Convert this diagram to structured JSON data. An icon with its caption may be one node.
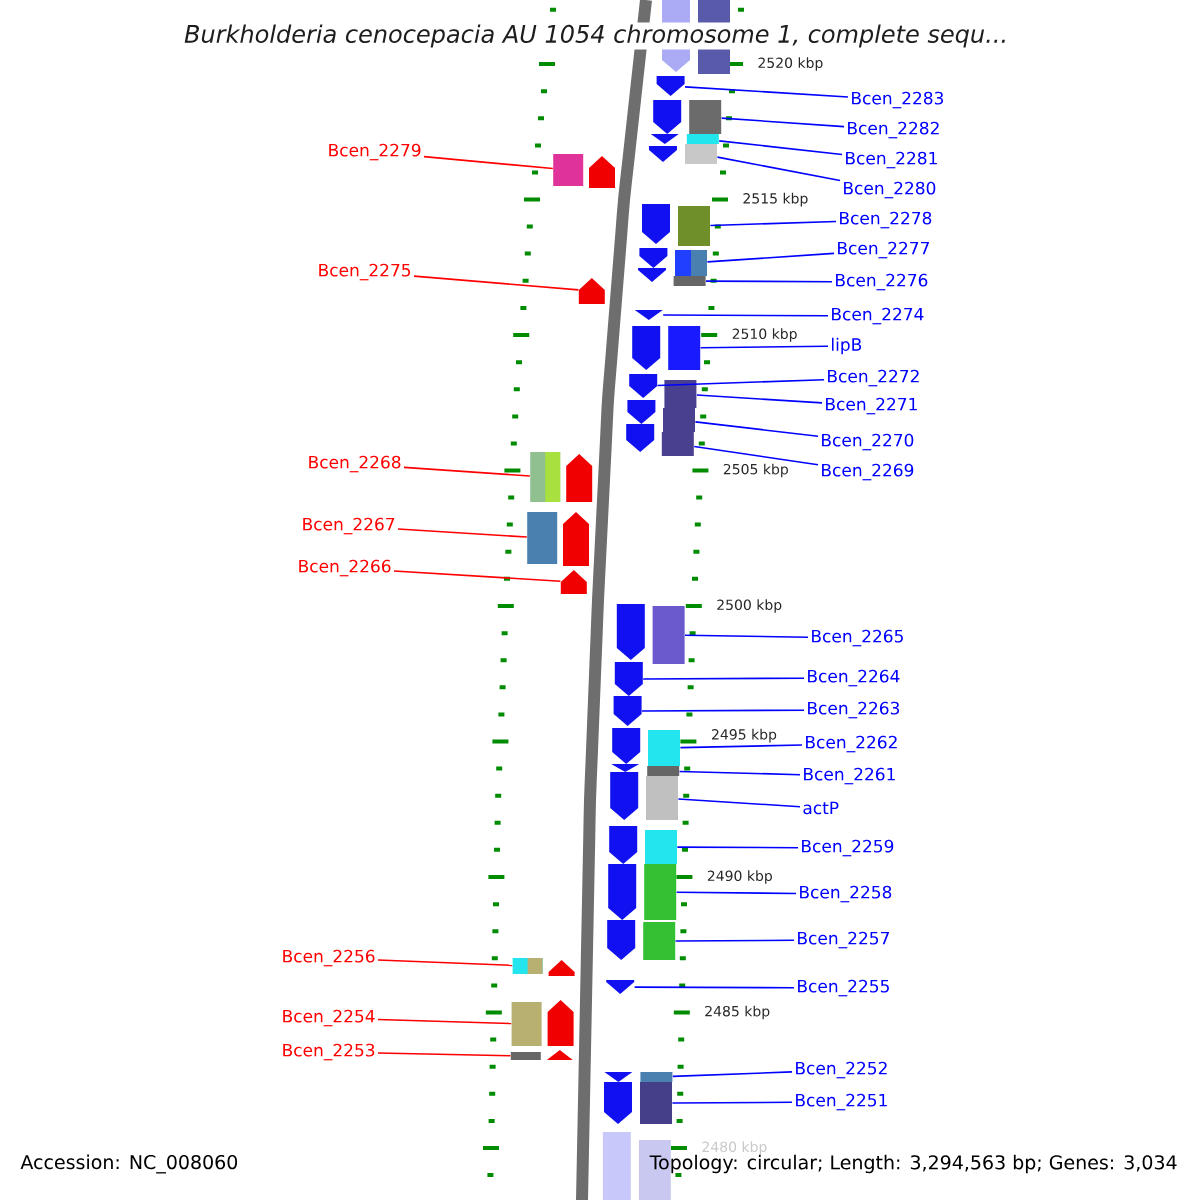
{
  "diagram": {
    "title": "Burkholderia cenocepacia AU 1054 chromosome 1, complete sequ...",
    "nodes": [
      {
        "text": [
          "Bcen_2279"
        ]
      },
      {
        "text": [],
        "shape": "box"
      },
      {
        "text": [
          "Bcen_2275"
        ]
      },
      {
        "text": [],
        "shape": "pentagon"
      },
      {
        "text": [
          "Bcen_2268"
        ]
      },
      {
        "text": [],
        "shape": "box"
      },
      {
        "text": [
          "Bcen_2267"
        ]
      },
      {
        "text": [],
        "shape": "box"
      },
      {
        "text": [
          "Bcen_2266"
        ]
      },
      {
        "text": [],
        "shape": "pentagon"
      },
      {
        "text": [
          "Bcen_2256"
        ]
      },
      {
        "text": [],
        "shape": "box"
      },
      {
        "text": [
          "Bcen_2254"
        ]
      },
      {
        "text": [],
        "shape": "box"
      },
      {
        "text": [
          "Bcen_2253"
        ]
      },
      {
        "text": [],
        "shape": "box"
      },
      {
        "text": [
          "Bcen_2283"
        ]
      },
      {
        "text": [],
        "shape": "pentagon"
      },
      {
        "text": [
          "Bcen_2282"
        ]
      },
      {
        "text": [],
        "shape": "box"
      },
      {
        "text": [
          "Bcen_2281"
        ]
      },
      {
        "text": [],
        "shape": "box"
      },
      {
        "text": [
          "Bcen_2280"
        ]
      },
      {
        "text": [],
        "shape": "box"
      },
      {
        "text": [
          "Bcen_2278"
        ]
      },
      {
        "text": [],
        "shape": "box"
      },
      {
        "text": [
          "Bcen_2277"
        ]
      },
      {
        "text": [],
        "shape": "box"
      },
      {
        "text": [
          "Bcen_2276"
        ]
      },
      {
        "text": [],
        "shape": "box"
      },
      {
        "text": [
          "Bcen_2274"
        ]
      },
      {
        "text": [],
        "shape": "pentagon"
      },
      {
        "text": [
          "lipB"
        ]
      },
      {
        "text": [],
        "shape": "box"
      },
      {
        "text": [
          "Bcen_2272"
        ]
      },
      {
        "text": [],
        "shape": "pentagon"
      },
      {
        "text": [
          "Bcen_2271"
        ]
      },
      {
        "text": [],
        "shape": "box"
      },
      {
        "text": [
          "Bcen_2270"
        ]
      },
      {
        "text": [],
        "shape": "box"
      },
      {
        "text": [
          "Bcen_2269"
        ]
      },
      {
        "text": [],
        "shape": "box"
      },
      {
        "text": [
          "Bcen_2265"
        ]
      },
      {
        "text": [],
        "shape": "box"
      },
      {
        "text": [
          "Bcen_2264"
        ]
      },
      {
        "text": [],
        "shape": "pentagon"
      },
      {
        "text": [
          "Bcen_2263"
        ]
      },
      {
        "text": [],
        "shape": "pentagon"
      },
      {
        "text": [
          "Bcen_2262"
        ]
      },
      {
        "text": [],
        "shape": "box"
      },
      {
        "text": [
          "Bcen_2261"
        ]
      },
      {
        "text": [],
        "shape": "box"
      },
      {
        "text": [
          "actP"
        ]
      },
      {
        "text": [],
        "shape": "box"
      },
      {
        "text": [
          "Bcen_2259"
        ]
      },
      {
        "text": [],
        "shape": "box"
      },
      {
        "text": [
          "Bcen_2258"
        ]
      },
      {
        "text": [],
        "shape": "box"
      },
      {
        "text": [
          "Bcen_2257"
        ]
      },
      {
        "text": [],
        "shape": "box"
      },
      {
        "text": [
          "Bcen_2255"
        ]
      },
      {
        "text": [],
        "shape": "pentagon"
      },
      {
        "text": [
          "Bcen_2252"
        ]
      },
      {
        "text": [],
        "shape": "box"
      },
      {
        "text": [
          "Bcen_2251"
        ]
      },
      {
        "text": [],
        "shape": "box"
      }
    ],
    "edges": [
      {
        "from": 0,
        "to": 1,
        "arrow": "none",
        "color": "#ff0000"
      },
      {
        "from": 2,
        "to": 3,
        "arrow": "none",
        "color": "#ff0000"
      },
      {
        "from": 4,
        "to": 5,
        "arrow": "none",
        "color": "#ff0000"
      },
      {
        "from": 6,
        "to": 7,
        "arrow": "none",
        "color": "#ff0000"
      },
      {
        "from": 8,
        "to": 9,
        "arrow": "none",
        "color": "#ff0000"
      },
      {
        "from": 10,
        "to": 11,
        "arrow": "none",
        "color": "#ff0000"
      },
      {
        "from": 12,
        "to": 13,
        "arrow": "none",
        "color": "#ff0000"
      },
      {
        "from": 14,
        "to": 15,
        "arrow": "none",
        "color": "#ff0000"
      },
      {
        "from": 16,
        "to": 17,
        "arrow": "none"
      },
      {
        "from": 18,
        "to": 19,
        "arrow": "none"
      },
      {
        "from": 20,
        "to": 21,
        "arrow": "none"
      },
      {
        "from": 22,
        "to": 23,
        "arrow": "none"
      },
      {
        "from": 24,
        "to": 25,
        "arrow": "none"
      },
      {
        "from": 26,
        "to": 27,
        "arrow": "none"
      },
      {
        "from": 28,
        "to": 29,
        "arrow": "none"
      },
      {
        "from": 30,
        "to": 31,
        "arrow": "none"
      },
      {
        "from": 32,
        "to": 33,
        "arrow": "none"
      },
      {
        "from": 34,
        "to": 35,
        "arrow": "none"
      },
      {
        "from": 36,
        "to": 37,
        "arrow": "none"
      },
      {
        "from": 38,
        "to": 39,
        "arrow": "none"
      },
      {
        "from": 40,
        "to": 41,
        "arrow": "none"
      },
      {
        "from": 42,
        "to": 43,
        "arrow": "none"
      },
      {
        "from": 44,
        "to": 45,
        "arrow": "none"
      },
      {
        "from": 46,
        "to": 47,
        "arrow": "none"
      },
      {
        "from": 48,
        "to": 49,
        "arrow": "none"
      },
      {
        "from": 50,
        "to": 51,
        "arrow": "none"
      },
      {
        "from": 52,
        "to": 53,
        "arrow": "none"
      },
      {
        "from": 54,
        "to": 55,
        "arrow": "none"
      },
      {
        "from": 56,
        "to": 57,
        "arrow": "none"
      },
      {
        "from": 58,
        "to": 59,
        "arrow": "none"
      },
      {
        "from": 60,
        "to": 61,
        "arrow": "none"
      },
      {
        "from": 62,
        "to": 63,
        "arrow": "none"
      },
      {
        "from": 64,
        "to": 65,
        "arrow": "none"
      }
    ],
    "labels": [
      "2520 kbp",
      "2515 kbp",
      "2510 kbp",
      "2505 kbp",
      "2500 kbp",
      "2495 kbp",
      "2490 kbp",
      "2485 kbp",
      "2480 kbp",
      "Accession: NC_008060",
      "Topology: circular; Length: 3,294,563 bp; Genes: 3,034"
    ]
  }
}
